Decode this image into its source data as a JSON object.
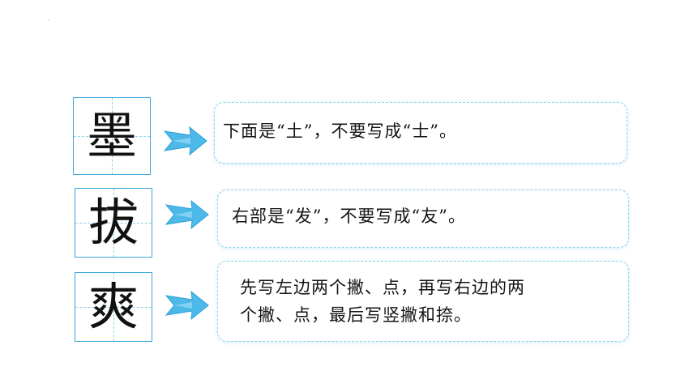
{
  "rows": [
    {
      "character": "墨",
      "note_lines": [
        "下面是“土”，不要写成“士”。"
      ]
    },
    {
      "character": "拔",
      "note_lines": [
        "右部是“发”，不要写成“友”。"
      ]
    },
    {
      "character": "爽",
      "note_lines": [
        "先写左边两个撇、点，再写右边的两",
        "个撇、点，最后写竖撇和捺。"
      ]
    }
  ],
  "colors": {
    "box_border": "#3aa6d8",
    "grid_dash": "#8fd0ea",
    "arrow_fill": "#4cb9e9",
    "note_border": "#8fd3ec"
  },
  "icons": {
    "arrow": "right-arrow-icon"
  }
}
